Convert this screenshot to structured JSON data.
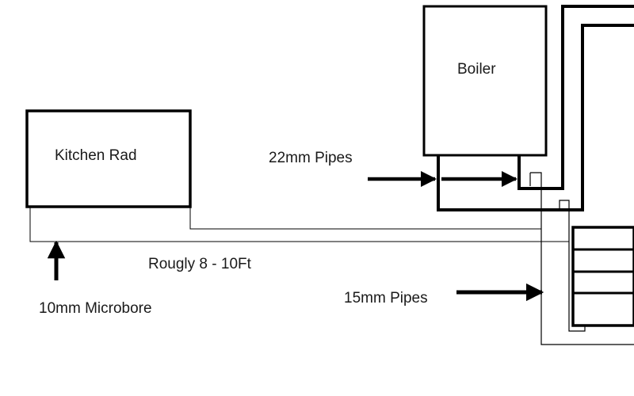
{
  "labels": {
    "boiler": "Boiler",
    "kitchen_rad": "Kitchen Rad",
    "pipes_22mm": "22mm Pipes",
    "distance": "Rougly 8 - 10Ft",
    "microbore_10mm": "10mm Microbore",
    "pipes_15mm": "15mm Pipes"
  }
}
